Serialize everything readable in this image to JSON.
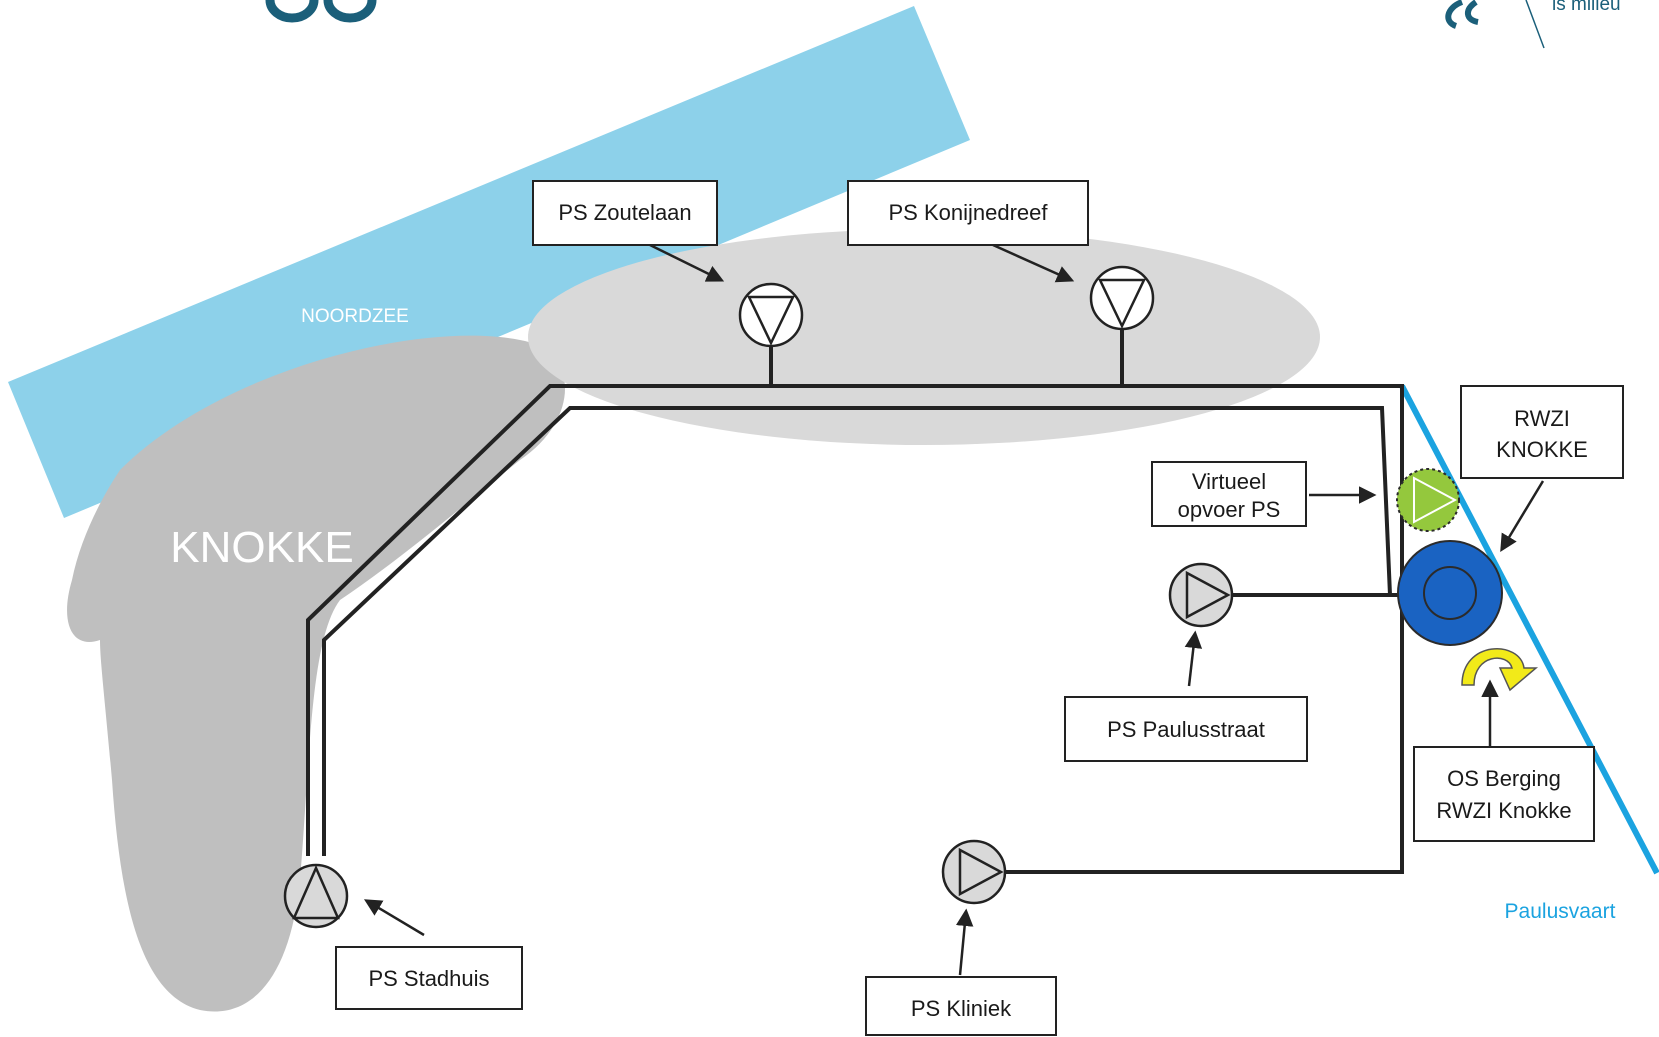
{
  "colors": {
    "sea": "#8dd1ea",
    "town": "#bfbfbf",
    "catchment": "#d9d9d9",
    "river": "#1ba3e0",
    "rwzi_outer": "#1a63c2",
    "virtual_pump": "#94c83d",
    "overflow_arrow": "#f2ea19",
    "logo": "#1b5f7a"
  },
  "logo": {
    "text": "is milieu"
  },
  "labels": {
    "sea": "NOORDZEE",
    "town": "KNOKKE",
    "river": "Paulusvaart",
    "ps_zoutelaan": "PS Zoutelaan",
    "ps_konijnedreef": "PS Konijnedreef",
    "rwzi_line1": "RWZI",
    "rwzi_line2": "KNOKKE",
    "virtueel_line1": "Virtueel",
    "virtueel_line2": "opvoer PS",
    "ps_paulusstraat": "PS Paulusstraat",
    "os_line1": "OS Berging",
    "os_line2": "RWZI Knokke",
    "ps_stadhuis": "PS Stadhuis",
    "ps_kliniek": "PS Kliniek"
  },
  "icons": {
    "pump": "pump-station-icon",
    "treatment_plant": "treatment-plant-icon",
    "overflow": "curved-arrow-icon"
  }
}
